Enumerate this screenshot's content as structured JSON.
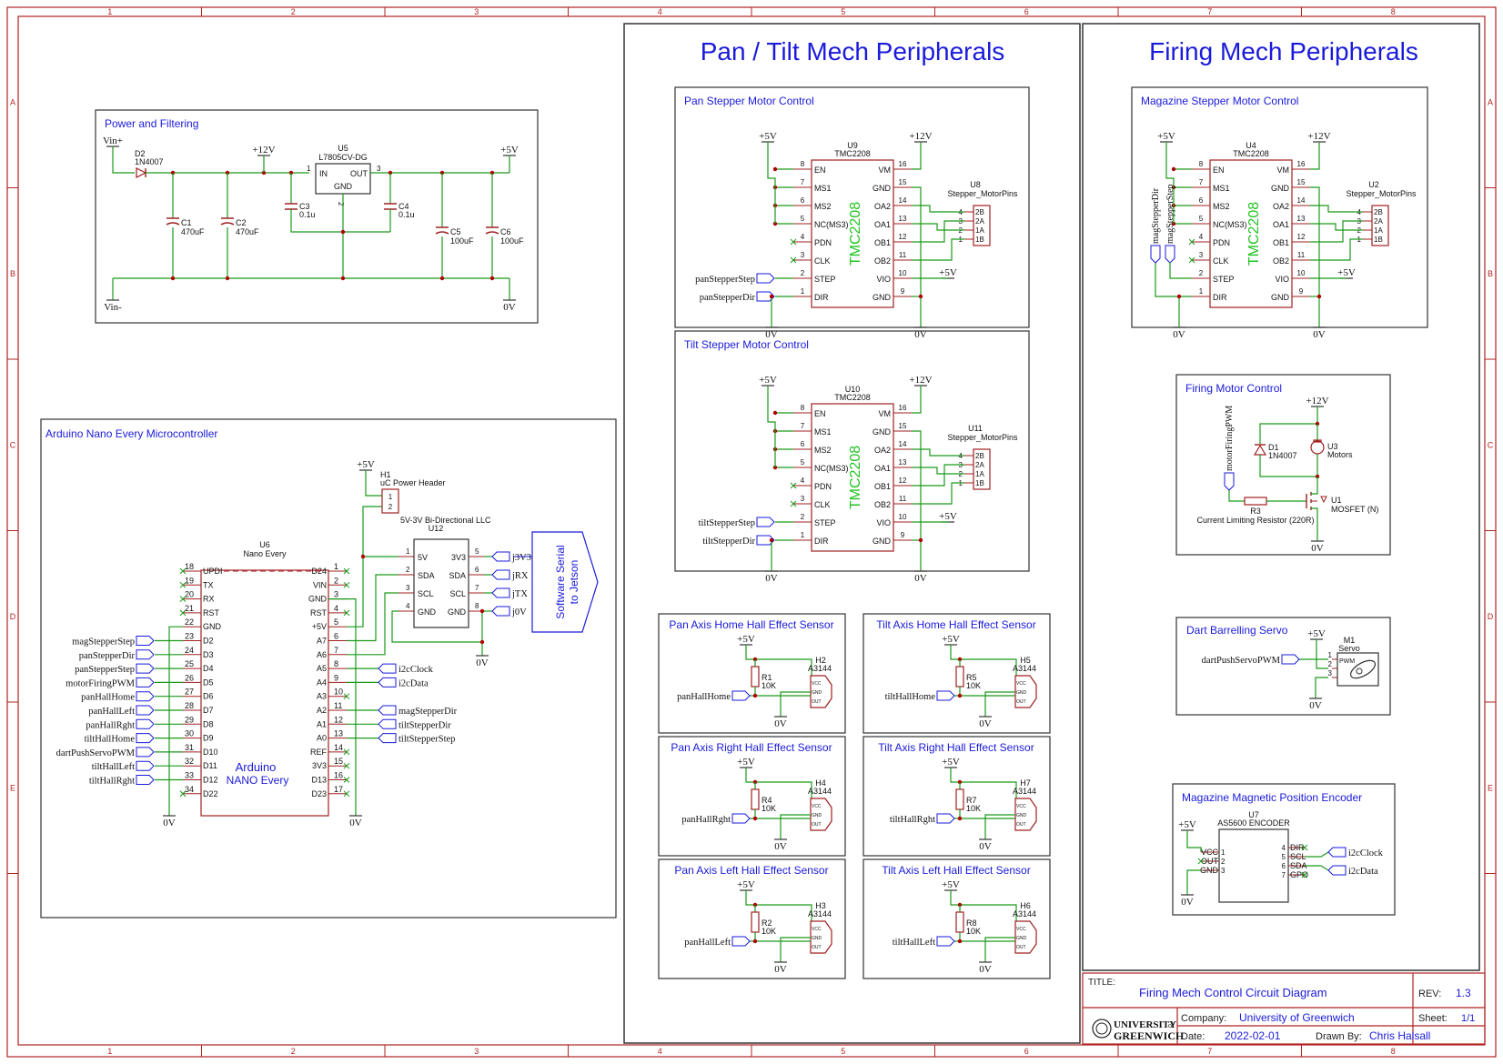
{
  "frame": {
    "columns": [
      "1",
      "2",
      "3",
      "4",
      "5",
      "6",
      "7",
      "8"
    ],
    "rows": [
      "A",
      "B",
      "C",
      "D",
      "E"
    ],
    "border_color": "#b22222",
    "wire_color": "#1a9a1a",
    "title_color": "#1a1adc",
    "part_color": "#a02020"
  },
  "sections": {
    "pan_tilt_title": "Pan / Tilt Mech Peripherals",
    "firing_title": "Firing Mech Peripherals"
  },
  "power": {
    "title": "Power and Filtering",
    "vin_plus": "Vin+",
    "vin_minus": "Vin-",
    "d2_ref": "D2",
    "d2_val": "1N4007",
    "v12": "+12V",
    "v5": "+5V",
    "gnd": "0V",
    "u5_ref": "U5",
    "u5_val": "L7805CV-DG",
    "u5_in": "IN",
    "u5_out": "OUT",
    "u5_gnd": "GND",
    "pin1": "1",
    "pin2": "2",
    "pin3": "3",
    "c1": "C1",
    "c1v": "470uF",
    "c2": "C2",
    "c2v": "470uF",
    "c3": "C3",
    "c3v": "0.1u",
    "c4": "C4",
    "c4v": "0.1u",
    "c5": "C5",
    "c5v": "100uF",
    "c6": "C6",
    "c6v": "100uF"
  },
  "arduino": {
    "title": "Arduino Nano Every Microcontroller",
    "u6_ref": "U6",
    "u6_val": "Nano Every",
    "chip_label1": "Arduino",
    "chip_label2": "NANO Every",
    "left_pins": [
      {
        "num": "18",
        "name": "UPDI",
        "net": ""
      },
      {
        "num": "19",
        "name": "TX",
        "net": ""
      },
      {
        "num": "20",
        "name": "RX",
        "net": ""
      },
      {
        "num": "21",
        "name": "RST",
        "net": ""
      },
      {
        "num": "22",
        "name": "GND",
        "net": ""
      },
      {
        "num": "23",
        "name": "D2",
        "net": "magStepperStep"
      },
      {
        "num": "24",
        "name": "D3",
        "net": "panStepperDir"
      },
      {
        "num": "25",
        "name": "D4",
        "net": "panStepperStep"
      },
      {
        "num": "26",
        "name": "D5",
        "net": "motorFiringPWM"
      },
      {
        "num": "27",
        "name": "D6",
        "net": "panHallHome"
      },
      {
        "num": "28",
        "name": "D7",
        "net": "panHallLeft"
      },
      {
        "num": "29",
        "name": "D8",
        "net": "panHallRght"
      },
      {
        "num": "30",
        "name": "D9",
        "net": "tiltHallHome"
      },
      {
        "num": "31",
        "name": "D10",
        "net": "dartPushServoPWM"
      },
      {
        "num": "32",
        "name": "D11",
        "net": "tiltHallLeft"
      },
      {
        "num": "33",
        "name": "D12",
        "net": "tiltHallRght"
      },
      {
        "num": "34",
        "name": "D22",
        "net": ""
      }
    ],
    "right_pins": [
      {
        "num": "1",
        "name": "D24",
        "net": ""
      },
      {
        "num": "2",
        "name": "VIN",
        "net": ""
      },
      {
        "num": "3",
        "name": "GND",
        "net": ""
      },
      {
        "num": "4",
        "name": "RST",
        "net": ""
      },
      {
        "num": "5",
        "name": "+5V",
        "net": ""
      },
      {
        "num": "6",
        "name": "A7",
        "net": ""
      },
      {
        "num": "7",
        "name": "A6",
        "net": ""
      },
      {
        "num": "8",
        "name": "A5",
        "net": "i2cClock"
      },
      {
        "num": "9",
        "name": "A4",
        "net": "i2cData"
      },
      {
        "num": "10",
        "name": "A3",
        "net": ""
      },
      {
        "num": "11",
        "name": "A2",
        "net": "magStepperDir"
      },
      {
        "num": "12",
        "name": "A1",
        "net": "tiltStepperDir"
      },
      {
        "num": "13",
        "name": "A0",
        "net": "tiltStepperStep"
      },
      {
        "num": "14",
        "name": "REF",
        "net": ""
      },
      {
        "num": "15",
        "name": "3V3",
        "net": ""
      },
      {
        "num": "16",
        "name": "D13",
        "net": ""
      },
      {
        "num": "17",
        "name": "D23",
        "net": ""
      }
    ],
    "h1_ref": "H1",
    "h1_val": "uC Power Header",
    "h1_p1": "1",
    "h1_p2": "2",
    "v5": "+5V",
    "gnd": "0V",
    "u12_label": "5V-3V Bi-Directional LLC",
    "u12_ref": "U12",
    "u12_left": [
      {
        "num": "1",
        "name": "5V"
      },
      {
        "num": "2",
        "name": "SDA"
      },
      {
        "num": "3",
        "name": "SCL"
      },
      {
        "num": "4",
        "name": "GND"
      }
    ],
    "u12_right": [
      {
        "num": "5",
        "name": "3V3",
        "net": "j3V3"
      },
      {
        "num": "6",
        "name": "SDA",
        "net": "jRX"
      },
      {
        "num": "7",
        "name": "SCL",
        "net": "jTX"
      },
      {
        "num": "8",
        "name": "GND",
        "net": "j0V"
      }
    ],
    "serial_line1": "Software Serial",
    "serial_line2": "to Jetson"
  },
  "steppers": [
    {
      "title": "Pan Stepper Motor Control",
      "ref": "U9",
      "part": "TMC2208",
      "big": "TMC2208",
      "conn_ref": "U8",
      "conn_val": "Stepper_MotorPins",
      "step_net": "panStepperStep",
      "dir_net": "panStepperDir"
    },
    {
      "title": "Tilt Stepper Motor Control",
      "ref": "U10",
      "part": "TMC2208",
      "big": "TMC2208",
      "conn_ref": "U11",
      "conn_val": "Stepper_MotorPins",
      "step_net": "tiltStepperStep",
      "dir_net": "tiltStepperDir"
    },
    {
      "title": "Magazine Stepper Motor Control",
      "ref": "U4",
      "part": "TMC2208",
      "big": "TMC2208",
      "conn_ref": "U2",
      "conn_val": "Stepper_MotorPins",
      "step_net": "magStepperStep",
      "dir_net": "magStepperDir"
    }
  ],
  "tmc_pins": {
    "left": [
      {
        "num": "8",
        "name": "EN"
      },
      {
        "num": "7",
        "name": "MS1"
      },
      {
        "num": "6",
        "name": "MS2"
      },
      {
        "num": "5",
        "name": "NC(MS3)"
      },
      {
        "num": "4",
        "name": "PDN"
      },
      {
        "num": "3",
        "name": "CLK"
      },
      {
        "num": "2",
        "name": "STEP"
      },
      {
        "num": "1",
        "name": "DIR"
      }
    ],
    "right": [
      {
        "num": "16",
        "name": "VM"
      },
      {
        "num": "15",
        "name": "GND"
      },
      {
        "num": "14",
        "name": "OA2"
      },
      {
        "num": "13",
        "name": "OA1"
      },
      {
        "num": "12",
        "name": "OB1"
      },
      {
        "num": "11",
        "name": "OB2"
      },
      {
        "num": "10",
        "name": "VIO"
      },
      {
        "num": "9",
        "name": "GND"
      }
    ],
    "conn": [
      {
        "num": "4",
        "name": "2B"
      },
      {
        "num": "3",
        "name": "2A"
      },
      {
        "num": "2",
        "name": "1A"
      },
      {
        "num": "1",
        "name": "1B"
      }
    ],
    "v5": "+5V",
    "v12": "+12V",
    "gnd": "0V"
  },
  "halls": [
    {
      "title": "Pan Axis Home Hall Effect Sensor",
      "h": "H2",
      "r": "R1",
      "rv": "10K",
      "net": "panHallHome"
    },
    {
      "title": "Tilt Axis Home Hall Effect Sensor",
      "h": "H5",
      "r": "R5",
      "rv": "10K",
      "net": "tiltHallHome"
    },
    {
      "title": "Pan Axis Right Hall Effect Sensor",
      "h": "H4",
      "r": "R4",
      "rv": "10K",
      "net": "panHallRght"
    },
    {
      "title": "Tilt Axis Right Hall Effect Sensor",
      "h": "H7",
      "r": "R7",
      "rv": "10K",
      "net": "tiltHallRght"
    },
    {
      "title": "Pan Axis Left Hall Effect Sensor",
      "h": "H3",
      "r": "R2",
      "rv": "10K",
      "net": "panHallLeft"
    },
    {
      "title": "Tilt Axis Left Hall Effect Sensor",
      "h": "H6",
      "r": "R8",
      "rv": "10K",
      "net": "tiltHallLeft"
    }
  ],
  "hall_common": {
    "part": "A3144",
    "v5": "+5V",
    "gnd": "0V",
    "vcc": "VCC",
    "hgnd": "GND",
    "hout": "OUT"
  },
  "firing_motor": {
    "title": "Firing Motor Control",
    "v12": "+12V",
    "gnd": "0V",
    "net": "motorFiringPWM",
    "d1": "D1",
    "d1v": "1N4007",
    "u3": "U3",
    "u3v": "Motors",
    "r3": "R3",
    "r3v": "Current Limiting Resistor (220R)",
    "u1": "U1",
    "u1v": "MOSFET (N)"
  },
  "servo": {
    "title": "Dart Barrelling Servo",
    "net": "dartPushServoPWM",
    "v5": "+5V",
    "gnd": "0V",
    "m1": "M1",
    "m1v": "Servo",
    "pwm": "PWM",
    "p1": "1",
    "p2": "2",
    "p3": "3"
  },
  "encoder": {
    "title": "Magazine Magnetic Position Encoder",
    "u7": "U7",
    "u7v": "AS5600 ENCODER",
    "v5": "+5V",
    "gnd": "0V",
    "left": [
      {
        "num": "1",
        "name": "VCC"
      },
      {
        "num": "2",
        "name": "OUT"
      },
      {
        "num": "3",
        "name": "GND"
      }
    ],
    "right": [
      {
        "num": "4",
        "name": "DIR"
      },
      {
        "num": "5",
        "name": "SCL"
      },
      {
        "num": "6",
        "name": "SDA"
      },
      {
        "num": "7",
        "name": "GPO"
      }
    ],
    "scl_net": "i2cClock",
    "sda_net": "i2cData"
  },
  "title_block": {
    "title_label": "TITLE:",
    "title": "Firing Mech Control Circuit Diagram",
    "rev_label": "REV:",
    "rev": "1.3",
    "company_label": "Company:",
    "company": "University of Greenwich",
    "sheet_label": "Sheet:",
    "sheet": "1/1",
    "date_label": "Date:",
    "date": "2022-02-01",
    "drawn_label": "Drawn By:",
    "drawn": "Chris Halsall",
    "logo_line1": "UNIVERSITY",
    "logo_line1_small": "of",
    "logo_line2": "GREENWICH"
  }
}
